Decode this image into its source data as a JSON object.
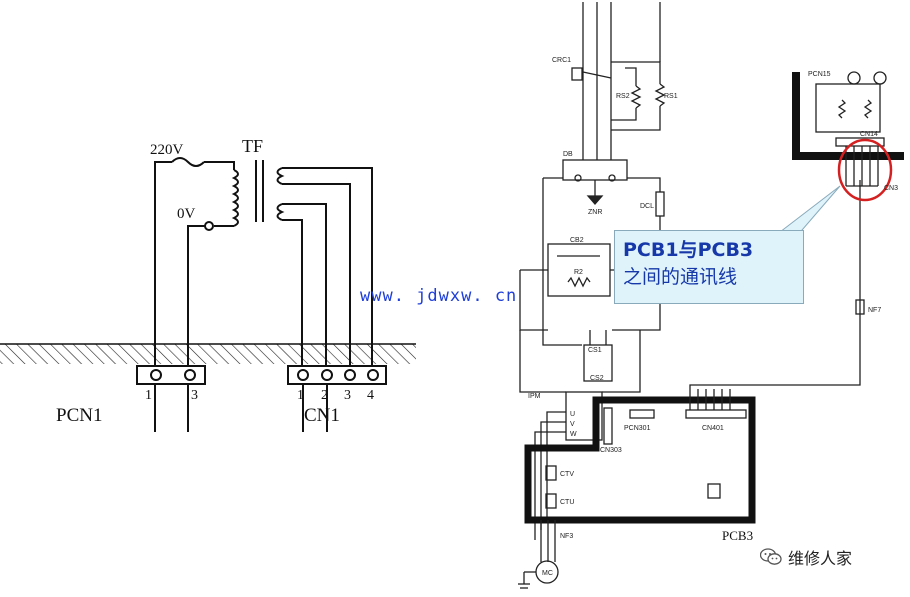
{
  "left_schematic": {
    "voltage_high": "220V",
    "voltage_low": "0V",
    "transformer": "TF",
    "pcn1_label": "PCN1",
    "pcn1_pins": [
      "1",
      "3"
    ],
    "cn1_label": "CN1",
    "cn1_pins": [
      "1",
      "2",
      "3",
      "4"
    ]
  },
  "right_schematic": {
    "labels": {
      "crc1": "CRC1",
      "rs1": "RS1",
      "rs2": "RS2",
      "db": "DB",
      "znr": "ZNR",
      "dcl": "DCL",
      "cb2": "CB2",
      "r2": "R2",
      "cs1": "CS1",
      "cs2": "CS2",
      "ipm": "IPM",
      "ipm_u": "U",
      "ipm_v": "V",
      "ipm_w": "W",
      "cn303": "CN303",
      "pcn301": "PCN301",
      "cn401": "CN401",
      "ctv": "CTV",
      "ctu": "CTU",
      "nf3": "NF3",
      "nf7": "NF7",
      "mc": "MC",
      "pcb3": "PCB3",
      "pcn15": "PCN15",
      "cn14": "CN14",
      "cn3": "CN3"
    }
  },
  "callout": {
    "line1": "PCB1与PCB3",
    "line2": "之间的通讯线",
    "highlight_color": "#d42020"
  },
  "watermark": "www. jdwxw. cn",
  "brand": {
    "name": "维修人家",
    "icon": "wechat-icon"
  }
}
